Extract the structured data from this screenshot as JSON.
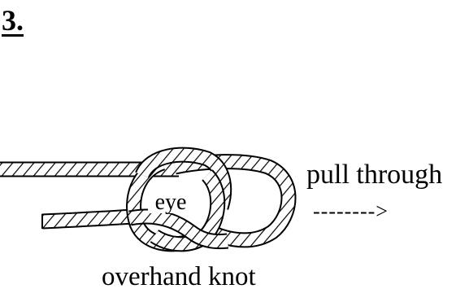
{
  "step": {
    "number": "3."
  },
  "labels": {
    "eye": "eye",
    "pull_through": "pull through",
    "arrow": "-------->",
    "caption": "overhand knot"
  }
}
